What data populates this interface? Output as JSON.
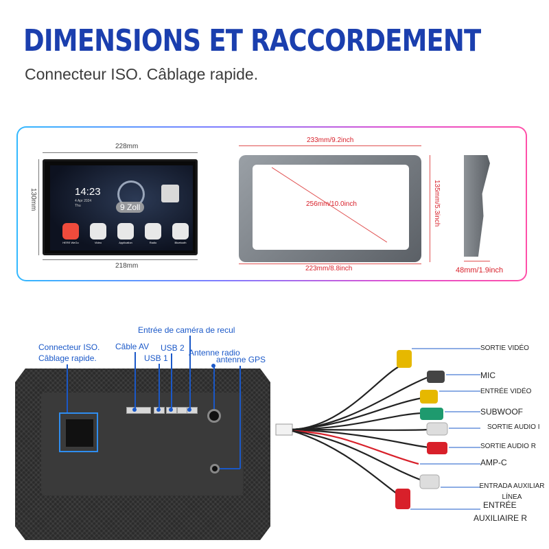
{
  "header": {
    "title": "DIMENSIONS ET RACCORDEMENT",
    "subtitle": "Connecteur ISO. Câblage rapide."
  },
  "dimensions": {
    "screen_width_top": "228mm",
    "screen_width_bottom": "218mm",
    "screen_height": "130mm",
    "trim_width_top": "233mm/9.2inch",
    "trim_diagonal": "256mm/10.0inch",
    "trim_width_bottom": "223mm/8.8inch",
    "trim_height": "135mm/5.3inch",
    "depth": "48mm/1.9inch"
  },
  "screen": {
    "time": "14:23",
    "date": "4 Apr 2024",
    "day": "Thu",
    "size_badge": "9 Zoll",
    "apps": [
      "HERE WeGo",
      "Video",
      "Application",
      "Radio",
      "Bluetooth"
    ]
  },
  "rear_callouts": {
    "iso": "Connecteur ISO.\nCâblage rapide.",
    "av_cable": "Câble AV",
    "usb1": "USB 1",
    "usb2": "USB 2",
    "rear_camera": "Entrée de caméra de recul",
    "radio_antenna": "Antenne radio",
    "gps_antenna": "antenne GPS"
  },
  "harness": {
    "video_out": "SORTIE VIDÉO",
    "mic": "MIC",
    "video_in": "ENTRÉE VIDÉO",
    "subwoof": "SUBWOOF",
    "audio_l": "SORTIE AUDIO I",
    "audio_r": "SORTIE AUDIO R",
    "amp": "AMP-C",
    "aux_line": "ENTRADA AUXILIAR LÍNEA",
    "aux_r_1": "ENTRÉE",
    "aux_r_2": "AUXILIAIRE R"
  },
  "colors": {
    "title": "#1b3fae",
    "callout": "#1a58c8",
    "dimension_red": "#d8202a",
    "plugs": [
      "#e6b800",
      "#444444",
      "#e6b800",
      "#1e9a6e",
      "#dddddd",
      "#d8202a",
      "#dddddd",
      "#d8202a"
    ]
  }
}
